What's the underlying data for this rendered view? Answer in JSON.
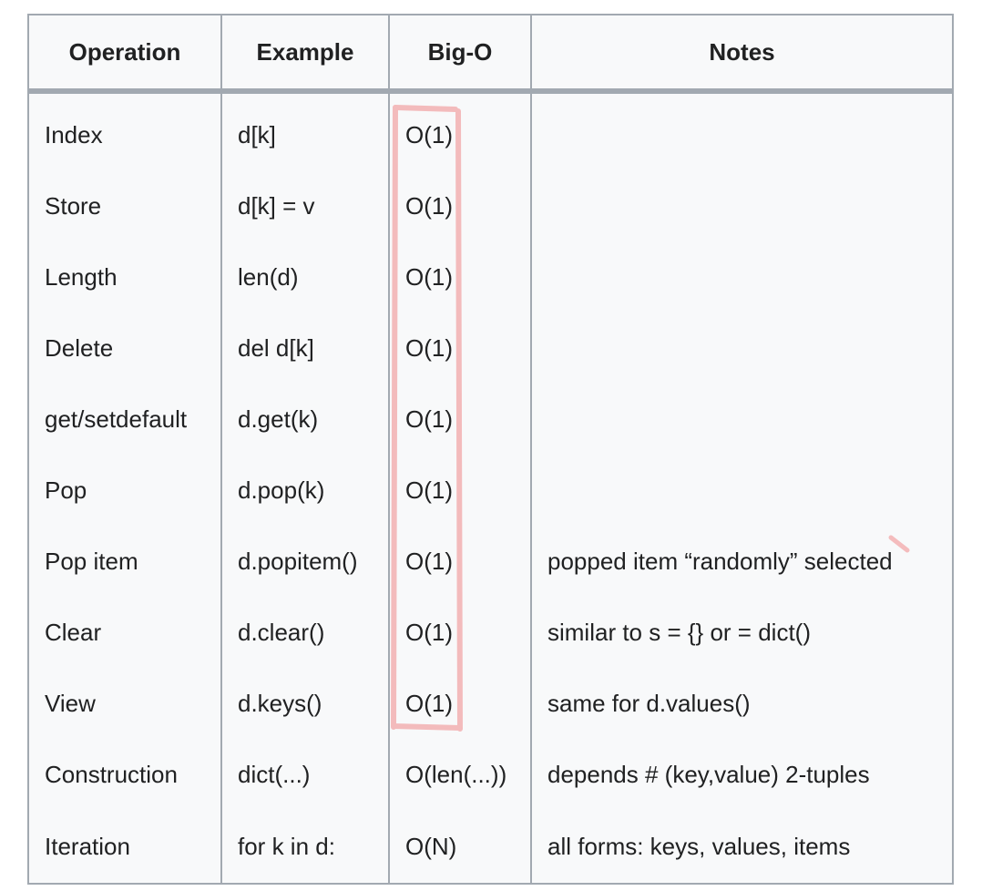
{
  "table": {
    "headers": [
      "Operation",
      "Example",
      "Big-O",
      "Notes"
    ],
    "rows": [
      {
        "operation": "Index",
        "example": "d[k]",
        "big_o": "O(1)",
        "notes": ""
      },
      {
        "operation": "Store",
        "example": "d[k] = v",
        "big_o": "O(1)",
        "notes": ""
      },
      {
        "operation": "Length",
        "example": "len(d)",
        "big_o": "O(1)",
        "notes": ""
      },
      {
        "operation": "Delete",
        "example": "del d[k]",
        "big_o": "O(1)",
        "notes": ""
      },
      {
        "operation": "get/setdefault",
        "example": "d.get(k)",
        "big_o": "O(1)",
        "notes": ""
      },
      {
        "operation": "Pop",
        "example": "d.pop(k)",
        "big_o": "O(1)",
        "notes": ""
      },
      {
        "operation": "Pop item",
        "example": "d.popitem()",
        "big_o": "O(1)",
        "notes": "popped item “randomly” selected"
      },
      {
        "operation": "Clear",
        "example": "d.clear()",
        "big_o": "O(1)",
        "notes": "similar to s = {} or = dict()"
      },
      {
        "operation": "View",
        "example": "d.keys()",
        "big_o": "O(1)",
        "notes": "same for d.values()"
      },
      {
        "operation": "Construction",
        "example": "dict(...)",
        "big_o": "O(len(...))",
        "notes": "depends # (key,value) 2-tuples"
      },
      {
        "operation": "Iteration",
        "example": "for k in d:",
        "big_o": "O(N)",
        "notes": "all forms: keys, values, items"
      }
    ]
  },
  "annotation": {
    "color": "#f08a8a"
  }
}
